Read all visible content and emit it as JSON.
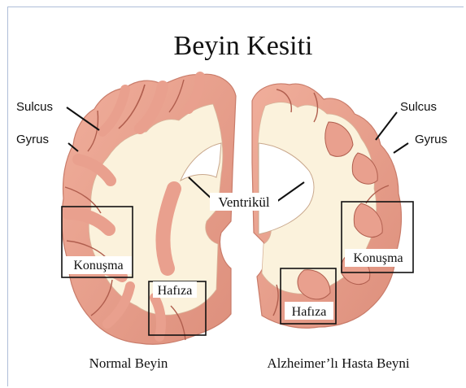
{
  "title": "Beyin Kesiti",
  "labels": {
    "sulcus_left": "Sulcus",
    "gyrus_left": "Gyrus",
    "sulcus_right": "Sulcus",
    "gyrus_right": "Gyrus",
    "ventricle": "Ventrikül",
    "speech_left": "Konuşma",
    "memory_left": "Hafıza",
    "speech_right": "Konuşma",
    "memory_right": "Hafıza"
  },
  "captions": {
    "normal": "Normal Beyin",
    "alzheimer": "Alzheimer’lı Hasta Beyni"
  },
  "colors": {
    "gray_matter": "#e9a08e",
    "gray_matter_dark": "#c87563",
    "white_matter": "#fbf2dc",
    "frame": "#aebed8"
  }
}
